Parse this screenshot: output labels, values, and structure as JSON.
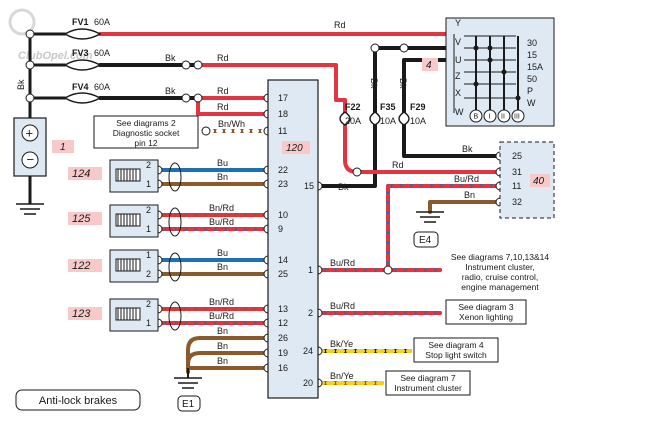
{
  "watermark": "ClubOpel.com",
  "title": "Anti-lock brakes",
  "fuses": {
    "fv1": {
      "name": "FV1",
      "rating": "60A"
    },
    "fv3": {
      "name": "FV3",
      "rating": "60A"
    },
    "fv4": {
      "name": "FV4",
      "rating": "60A"
    },
    "f22": {
      "name": "F22",
      "rating": "20A"
    },
    "f35": {
      "name": "F35",
      "rating": "10A"
    },
    "f29": {
      "name": "F29",
      "rating": "10A"
    }
  },
  "components": {
    "battery": "1",
    "ignition": "4",
    "abs_unit": "120",
    "sensor_fl": "124",
    "sensor_fr": "125",
    "sensor_rl": "122",
    "sensor_rr": "123",
    "diag_socket": "40"
  },
  "grounds": {
    "e1": "E1",
    "e4": "E4"
  },
  "wire_colors": {
    "rd": "Rd",
    "bk": "Bk",
    "bu": "Bu",
    "bn": "Bn",
    "bn_wh": "Bn/Wh",
    "bn_rd": "Bn/Rd",
    "bu_rd": "Bu/Rd",
    "bk_ye": "Bk/Ye",
    "bn_ye": "Bn/Ye"
  },
  "abs_pins": {
    "p17": "17",
    "p18": "18",
    "p11": "11",
    "p22": "22",
    "p23": "23",
    "p15": "15",
    "p10": "10",
    "p9": "9",
    "p14": "14",
    "p25": "25",
    "p1": "1",
    "p13": "13",
    "p12": "12",
    "p2": "2",
    "p26": "26",
    "p19": "19",
    "p16": "16",
    "p24": "24",
    "p20": "20"
  },
  "sensor_pins": {
    "two": "2",
    "one": "1"
  },
  "ignition_switch": {
    "positions": [
      "Y",
      "V",
      "U",
      "Z",
      "X",
      "W"
    ],
    "terminals": [
      "30",
      "15",
      "15A",
      "50",
      "P",
      "W"
    ],
    "circles": [
      "B",
      "I",
      "II",
      "III"
    ]
  },
  "diag_pins": {
    "p25": "25",
    "p31": "31",
    "p11": "11",
    "p32": "32"
  },
  "notes": {
    "diag2": [
      "See diagrams 2",
      "Diagnostic socket",
      "pin 12"
    ],
    "instruments": [
      "See diagrams 7,10,13&14",
      "Instrument cluster,",
      "radio, cruise control,",
      "engine management"
    ],
    "xenon": [
      "See diagram 3",
      "Xenon lighting"
    ],
    "stop": [
      "See diagram 4",
      "Stop light switch"
    ],
    "cluster": [
      "See diagram 7",
      "Instrument cluster"
    ]
  }
}
